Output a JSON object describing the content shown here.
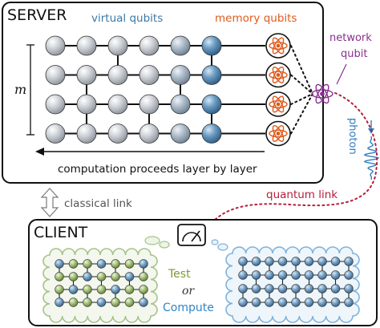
{
  "server": {
    "title": "SERVER"
  },
  "client": {
    "title": "CLIENT"
  },
  "labels": {
    "virtual_qubits": "virtual qubits",
    "memory_qubits": "memory qubits",
    "network_qubit": "network qubit",
    "network_qubit_line1": "network",
    "network_qubit_line2": "qubit",
    "m": "m",
    "computation": "computation proceeds layer by layer",
    "classical_link": "classical link",
    "quantum_link": "quantum link",
    "photon": "photon",
    "test": "Test",
    "or": "or",
    "compute": "Compute"
  },
  "grid": {
    "rows": 4,
    "virtual_columns": 6,
    "memory_qubits": 4
  },
  "colors": {
    "qubit_gray": "#b9bec6",
    "qubit_blue": "#4f7fa6",
    "memory_orange": "#e05a1c",
    "network_purple": "#8a2f8f",
    "quantum_link_red": "#b51f3a",
    "photon_blue": "#2f7dc1",
    "test_green": "#7c9a35",
    "compute_blue": "#2f86c4",
    "cloud_green": "#a6c28a",
    "cloud_blue": "#7fb3dc",
    "virtual_label": "#3d78a6",
    "memory_label": "#e05a1c",
    "classical_link_gray": "#7a7a7a"
  },
  "icons": {
    "atom": "atom-icon",
    "measurement": "measurement-meter-icon",
    "photon": "photon-wavepacket-icon",
    "double_arrow": "double-arrow-icon"
  }
}
